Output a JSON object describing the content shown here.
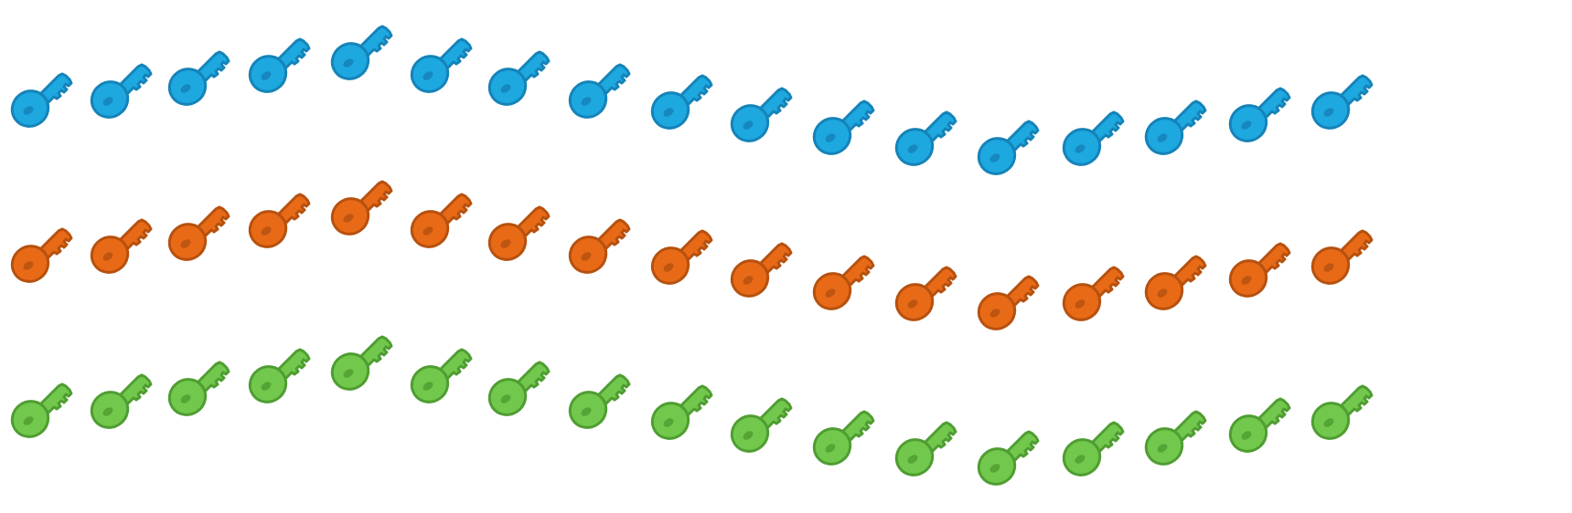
{
  "rows": [
    {
      "color": "blue",
      "fill": "#1da8e0",
      "stroke": "#1583b8",
      "count": 17,
      "icon": "key-icon"
    },
    {
      "color": "orange",
      "fill": "#e86a17",
      "stroke": "#b6510f",
      "count": 17,
      "icon": "key-icon"
    },
    {
      "color": "green",
      "fill": "#72c84c",
      "stroke": "#4f9d32",
      "count": 17,
      "icon": "key-icon"
    }
  ]
}
